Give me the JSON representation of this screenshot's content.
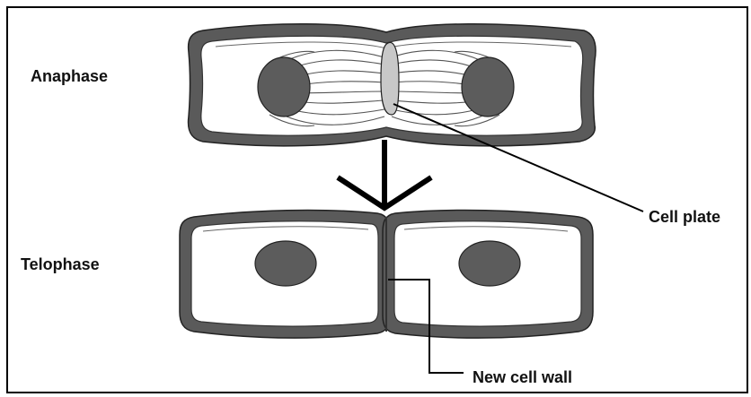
{
  "labels": {
    "anaphase": "Anaphase",
    "telophase": "Telophase",
    "cell_plate": "Cell plate",
    "new_cell_wall": "New cell wall"
  },
  "colors": {
    "frame": "#000000",
    "cell_wall": "#5a5a5a",
    "cytoplasm": "#ffffff",
    "nucleus": "#5c5c5c",
    "cell_plate": "#c8c8c8",
    "spindle_fibers": "#555555",
    "arrow": "#000000",
    "leader_lines": "#000000"
  },
  "icons": {
    "transition": "down-arrow-icon"
  }
}
